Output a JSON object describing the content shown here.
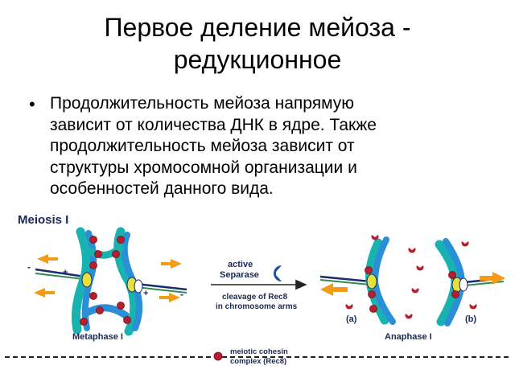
{
  "slide": {
    "title_lines": [
      "Первое деление мейоза -",
      "редукционное"
    ],
    "bullet_lines": [
      "Продолжительность мейоза напрямую",
      "зависит от количества ДНК в ядре. Также",
      "продолжительность мейоза зависит от",
      "структуры хромосомной организации и",
      "особенностей данного вида."
    ]
  },
  "figure": {
    "heading": "Meiosis I",
    "enzyme_label": [
      "active",
      "Separase"
    ],
    "arrow_caption": [
      "cleavage of Rec8",
      "in chromosome arms"
    ],
    "metaphase_label": "Metaphase I",
    "anaphase_label": "Anaphase I",
    "panel_a": "(a)",
    "panel_b": "(b)",
    "legend": [
      "meiotic cohesin",
      "complex (Rec8)"
    ],
    "signs": {
      "plus": "+",
      "minus": "-"
    },
    "colors": {
      "chromosome_teal": "#18b3b0",
      "chromosome_blue": "#2a8fd6",
      "cohesin_red": "#b51f2e",
      "arrow_orange": "#f39a16",
      "spindle_navy": "#1b2a6b",
      "spindle_green": "#2e8b57",
      "separase_blue": "#1f4fa0",
      "kinetochore_yellow": "#e8e03a"
    }
  }
}
